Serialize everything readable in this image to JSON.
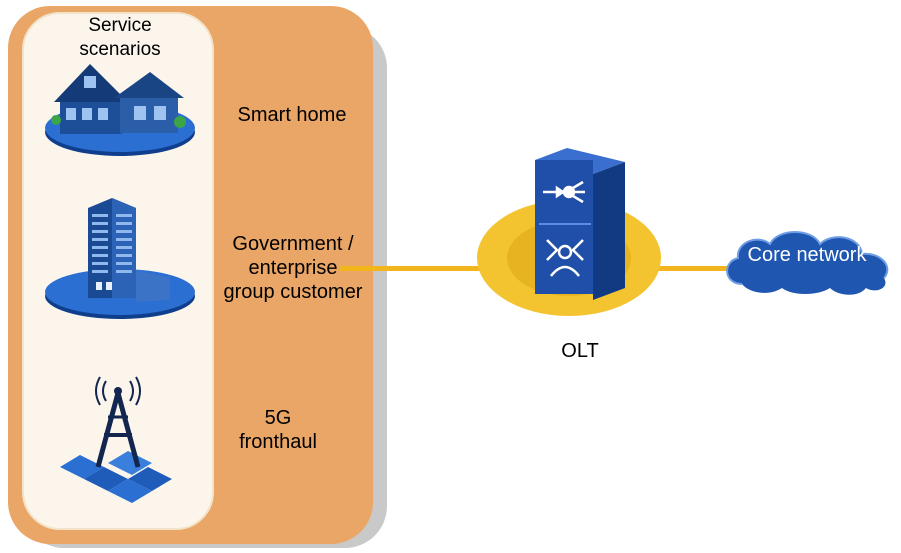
{
  "panel": {
    "title": "Service\nscenarios",
    "scenarios": [
      {
        "label": "Smart home",
        "icon": "house-icon"
      },
      {
        "label": "Government /\nenterprise\ngroup customer",
        "icon": "office-building-icon"
      },
      {
        "label": "5G\nfronthaul",
        "icon": "5g-tower-icon"
      }
    ]
  },
  "olt": {
    "label": "OLT",
    "icon": "olt-device-icon"
  },
  "core": {
    "label": "Core network",
    "icon": "cloud-icon"
  },
  "colors": {
    "panel": "#eaa667",
    "panel_inner": "#fbf5ec",
    "link": "#f2b51b",
    "device_blue": "#1f4fa8",
    "cloud_blue": "#1f56b0"
  }
}
